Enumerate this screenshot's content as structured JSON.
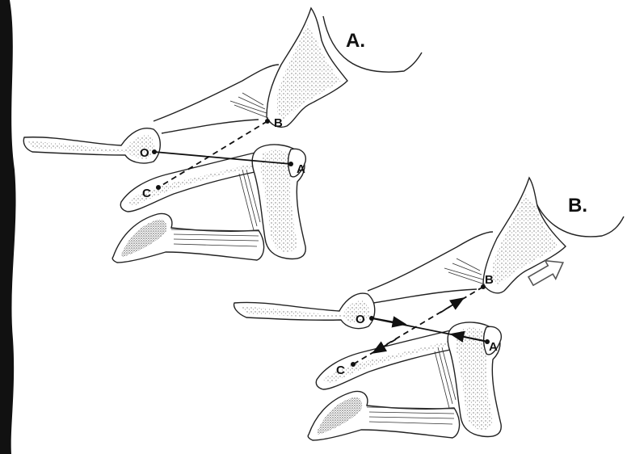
{
  "panels": [
    {
      "label": "A.",
      "points": {
        "O": "O",
        "A": "A",
        "B": "B",
        "C": "C"
      }
    },
    {
      "label": "B.",
      "points": {
        "O": "O",
        "A": "A",
        "B": "B",
        "C": "C"
      }
    }
  ],
  "icons": {
    "direction_arrow": "hollow-arrow-icon"
  },
  "colors": {
    "ink": "#111111",
    "stipple": "#888888",
    "edge_bar": "#000000"
  }
}
